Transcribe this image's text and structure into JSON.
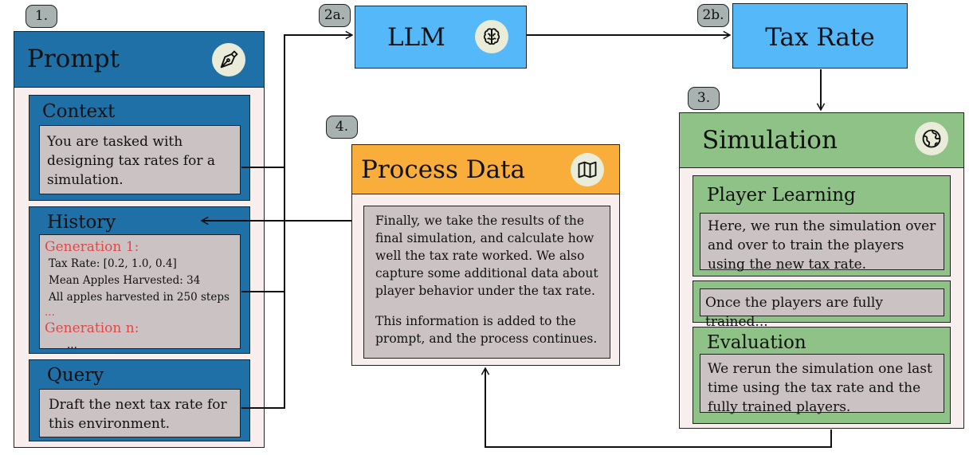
{
  "badges": {
    "step1": "1.",
    "step2a": "2a.",
    "step2b": "2b.",
    "step3": "3.",
    "step4": "4."
  },
  "prompt": {
    "title": "Prompt",
    "icon": "pen-nib-icon",
    "context": {
      "title": "Context",
      "text": "You are tasked with designing tax rates for a simulation."
    },
    "history": {
      "title": "History",
      "generation_1_label": "Generation 1:",
      "generation_1_lines": [
        "Tax Rate: [0.2, 1.0, 0.4]",
        "Mean Apples Harvested: 34",
        "All apples harvested in 250 steps"
      ],
      "ellipsis_red": "...",
      "generation_n_label": "Generation n:",
      "ellipsis": "..."
    },
    "query": {
      "title": "Query",
      "text": "Draft the next tax rate for this environment."
    }
  },
  "llm": {
    "title": "LLM",
    "icon": "brain-icon"
  },
  "tax_rate": {
    "title": "Tax Rate"
  },
  "simulation": {
    "title": "Simulation",
    "icon": "globe-icon",
    "player_learning": {
      "title": "Player Learning",
      "text": "Here, we run the simulation over and over to train the players using the new tax rate."
    },
    "trained_note": "Once the players are fully trained...",
    "evaluation": {
      "title": "Evaluation",
      "text": "We rerun the simulation one last time using the tax rate and the fully trained players."
    }
  },
  "process_data": {
    "title": "Process Data",
    "icon": "map-icon",
    "paragraph_1": "Finally, we take the results of the final simulation, and calculate how well the tax rate worked. We also capture some additional data about player behavior under the tax rate.",
    "paragraph_2": "This information is added to the prompt, and the process continues."
  },
  "colors": {
    "prompt_blue": "#2070a8",
    "llm_sky": "#55b8f8",
    "simulation_green": "#8fc286",
    "process_orange": "#f9ae3c",
    "panel_bg": "#f9eeee",
    "text_box_bg": "#cbc3c3",
    "history_red": "#e04848",
    "badge_gray": "#a8b2b0"
  }
}
